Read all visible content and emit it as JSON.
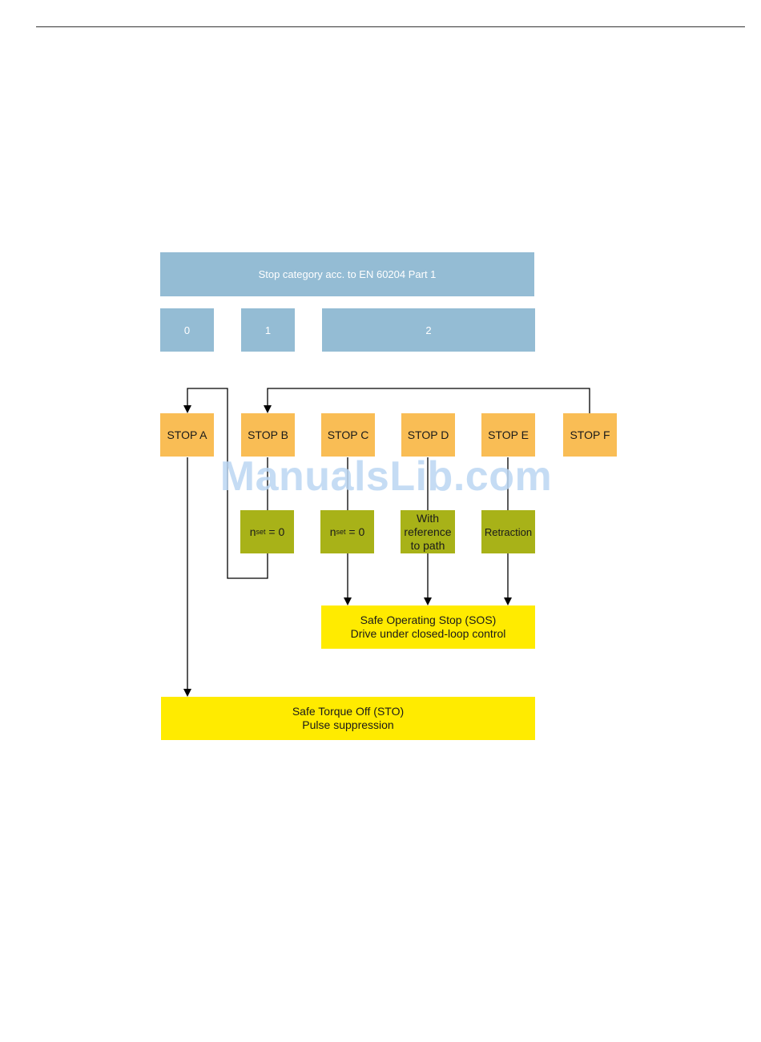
{
  "header": {
    "title": "Stop category acc. to EN 60204 Part 1"
  },
  "categories": [
    "0",
    "1",
    "2"
  ],
  "stops": [
    "STOP A",
    "STOP B",
    "STOP C",
    "STOP D",
    "STOP E",
    "STOP F"
  ],
  "actions": {
    "b": {
      "symbol": "n",
      "subscript": "set",
      "rest": " = 0"
    },
    "c": {
      "symbol": "n",
      "subscript": "set",
      "rest": " = 0"
    },
    "d": "With reference to path",
    "e": "Retraction"
  },
  "sos": {
    "line1": "Safe Operating Stop (SOS)",
    "line2": "Drive under closed-loop control"
  },
  "sto": {
    "line1": "Safe Torque Off (STO)",
    "line2": "Pulse suppression"
  },
  "watermark": "ManualsLib.com",
  "colors": {
    "category": "#94bcd4",
    "stop": "#f9bd55",
    "action": "#a8b218",
    "safe_state": "#ffeb00"
  }
}
